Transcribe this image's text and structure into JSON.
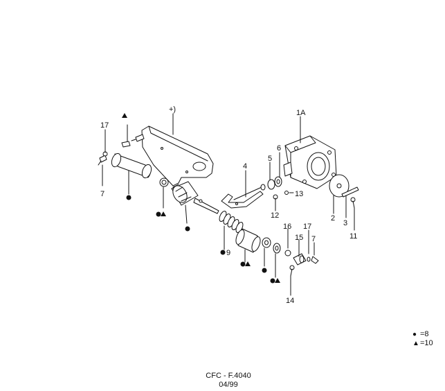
{
  "callouts": {
    "c1A": "1A",
    "c2": "2",
    "c3": "3",
    "c4": "4",
    "c5": "5",
    "c6": "6",
    "c7a": "7",
    "c7b": "7",
    "c9": "9",
    "c11": "11",
    "c12": "12",
    "c13": "13",
    "c14": "14",
    "c15": "15",
    "c16": "16",
    "c17a": "17",
    "c17b": "17",
    "plus": "+)"
  },
  "legend": {
    "circle_symbol": "●",
    "circle_value": "=8",
    "triangle_symbol": "▲",
    "triangle_value": "=10"
  },
  "footer": {
    "code": "CFC - F.4040",
    "date": "04/99"
  }
}
